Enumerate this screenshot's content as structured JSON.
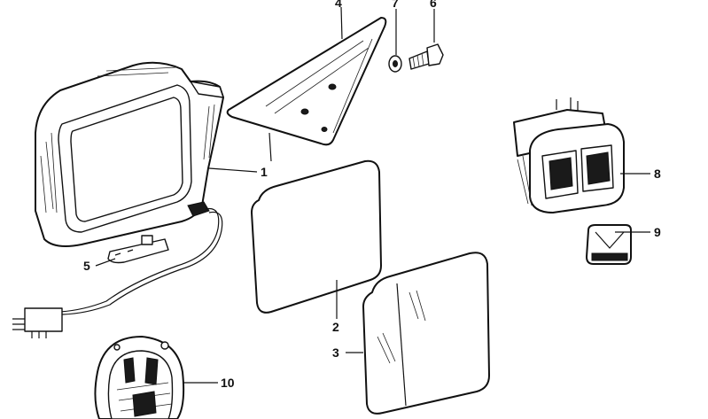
{
  "callouts": [
    {
      "id": "c1",
      "text": "1"
    },
    {
      "id": "c2",
      "text": "2"
    },
    {
      "id": "c3",
      "text": "3"
    },
    {
      "id": "c4",
      "text": "4"
    },
    {
      "id": "c5",
      "text": "5"
    },
    {
      "id": "c6",
      "text": "6"
    },
    {
      "id": "c7",
      "text": "7"
    },
    {
      "id": "c8",
      "text": "8"
    },
    {
      "id": "c9",
      "text": "9"
    },
    {
      "id": "c10",
      "text": "10"
    }
  ]
}
